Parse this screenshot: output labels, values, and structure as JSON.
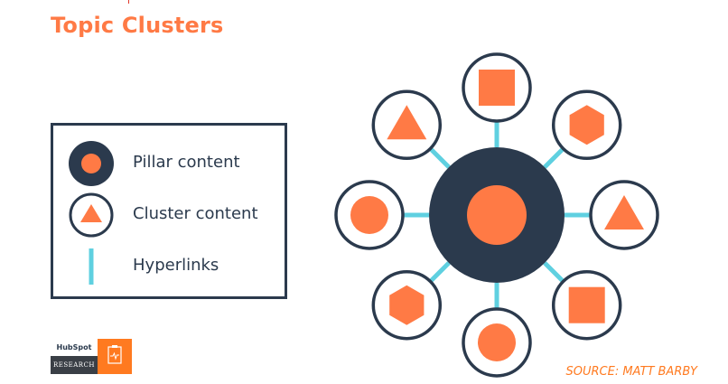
{
  "title": "Topic Clusters",
  "legend": {
    "items": [
      {
        "symbol": "pillar-circle-icon",
        "label": "Pillar content"
      },
      {
        "symbol": "cluster-triangle-icon",
        "label": "Cluster content"
      },
      {
        "symbol": "hyperlink-line-icon",
        "label": "Hyperlinks"
      }
    ]
  },
  "diagram": {
    "pillar_shape": "circle",
    "cluster_shapes": [
      "square",
      "hexagon",
      "triangle",
      "square",
      "circle",
      "hexagon",
      "circle",
      "triangle"
    ]
  },
  "logo": {
    "brand_top": "HubSpot",
    "brand_bottom": "RESEARCH"
  },
  "source": "SOURCE: MATT BARBY",
  "colors": {
    "orange": "#ff7a45",
    "navy": "#2b3a4d",
    "link": "#5fd0e0",
    "source_orange": "#ff7a20"
  }
}
